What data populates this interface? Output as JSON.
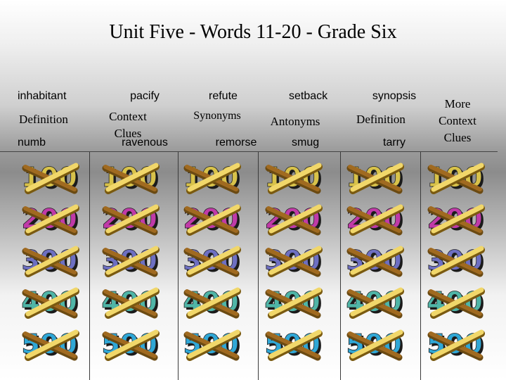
{
  "title": "Unit Five - Words 11-20 -  Grade Six",
  "word_pairs": [
    [
      "inhabitant",
      "numb"
    ],
    [
      "pacify",
      "ravenous"
    ],
    [
      "refute",
      "remorse"
    ],
    [
      "setback",
      "smug"
    ],
    [
      "synopsis",
      "tarry"
    ]
  ],
  "categories": [
    [
      "Definition"
    ],
    [
      "Context",
      "Clues"
    ],
    [
      "Synonyms"
    ],
    [
      "Antonyms"
    ],
    [
      "Definition"
    ],
    [
      "More",
      "Context",
      "Clues"
    ]
  ],
  "point_values": [
    "100",
    "200",
    "300",
    "400",
    "500"
  ],
  "row_colors": [
    "#d8c24a",
    "#c03aa8",
    "#6d6fc2",
    "#4fb5a7",
    "#2fa7d6"
  ],
  "x_mark_color": "#f1d76a"
}
